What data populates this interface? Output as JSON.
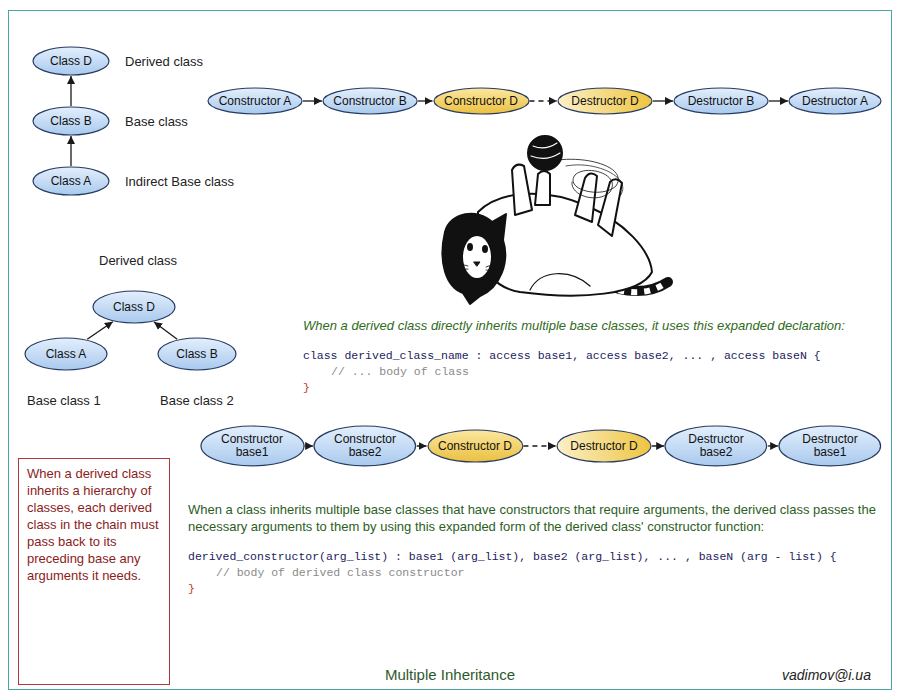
{
  "diagram": {
    "caption": "Multiple Inheritance",
    "nodes": [
      {
        "text": [
          "Class D"
        ]
      },
      {
        "text": [
          "Constructor A"
        ]
      },
      {
        "text": [
          "Constructor B"
        ]
      },
      {
        "text": [
          "Constructor D"
        ]
      },
      {
        "text": [
          "Destructor D"
        ]
      },
      {
        "text": [
          "Destructor B"
        ]
      },
      {
        "text": [
          "Destructor A"
        ]
      },
      {
        "text": [
          "Class B"
        ]
      },
      {
        "text": [
          "Class A"
        ]
      },
      {
        "text": [
          "Class D"
        ]
      },
      {
        "text": [
          "Class A"
        ]
      },
      {
        "text": [
          "Class B"
        ]
      },
      {
        "text": [
          "Constructor base1"
        ]
      },
      {
        "text": [
          "Constructor base2"
        ]
      },
      {
        "text": [
          "Constructor D"
        ]
      },
      {
        "text": [
          "Destructor D"
        ]
      },
      {
        "text": [
          "Destructor base2"
        ]
      },
      {
        "text": [
          "Destructor base1"
        ]
      },
      {
        "text": [
          "When a derived class inherits a hierarchy of classes, each derived class in the chain must pass back to its preceding base any arguments it needs."
        ]
      }
    ],
    "edges": [
      {
        "from": 8,
        "to": 7,
        "arrow": "to"
      },
      {
        "from": 7,
        "to": 0,
        "arrow": "to"
      },
      {
        "from": 1,
        "to": 2,
        "arrow": "to"
      },
      {
        "from": 2,
        "to": 3,
        "arrow": "to"
      },
      {
        "from": 3,
        "to": 4,
        "arrow": "to"
      },
      {
        "from": 4,
        "to": 5,
        "arrow": "to"
      },
      {
        "from": 5,
        "to": 6,
        "arrow": "to"
      },
      {
        "from": 10,
        "to": 9,
        "arrow": "to"
      },
      {
        "from": 11,
        "to": 9,
        "arrow": "to"
      },
      {
        "from": 12,
        "to": 13,
        "arrow": "to"
      },
      {
        "from": 13,
        "to": 14,
        "arrow": "to"
      },
      {
        "from": 14,
        "to": 15,
        "arrow": "to"
      },
      {
        "from": 15,
        "to": 16,
        "arrow": "to"
      },
      {
        "from": 16,
        "to": 17,
        "arrow": "to"
      }
    ],
    "labels": [
      "Derived class",
      "Base class",
      "Indirect Base class",
      "Derived class",
      "Base class 1",
      "Base class 2",
      "When a derived class directly inherits multiple base classes, it uses this expanded declaration:",
      "class derived_class_name : access base1, access base2, ... , access baseN {",
      "// ... body of class",
      "}",
      "When a class inherits multiple base classes that have constructors that require arguments, the derived class passes the necessary arguments to them by using this expanded form of the derived class' constructor function:",
      "derived_constructor(arg_list) : base1 (arg_list), base2 (arg_list), ... , baseN (arg - list) {",
      "// body of derived class constructor",
      "}",
      "vadimov@i.ua"
    ]
  }
}
